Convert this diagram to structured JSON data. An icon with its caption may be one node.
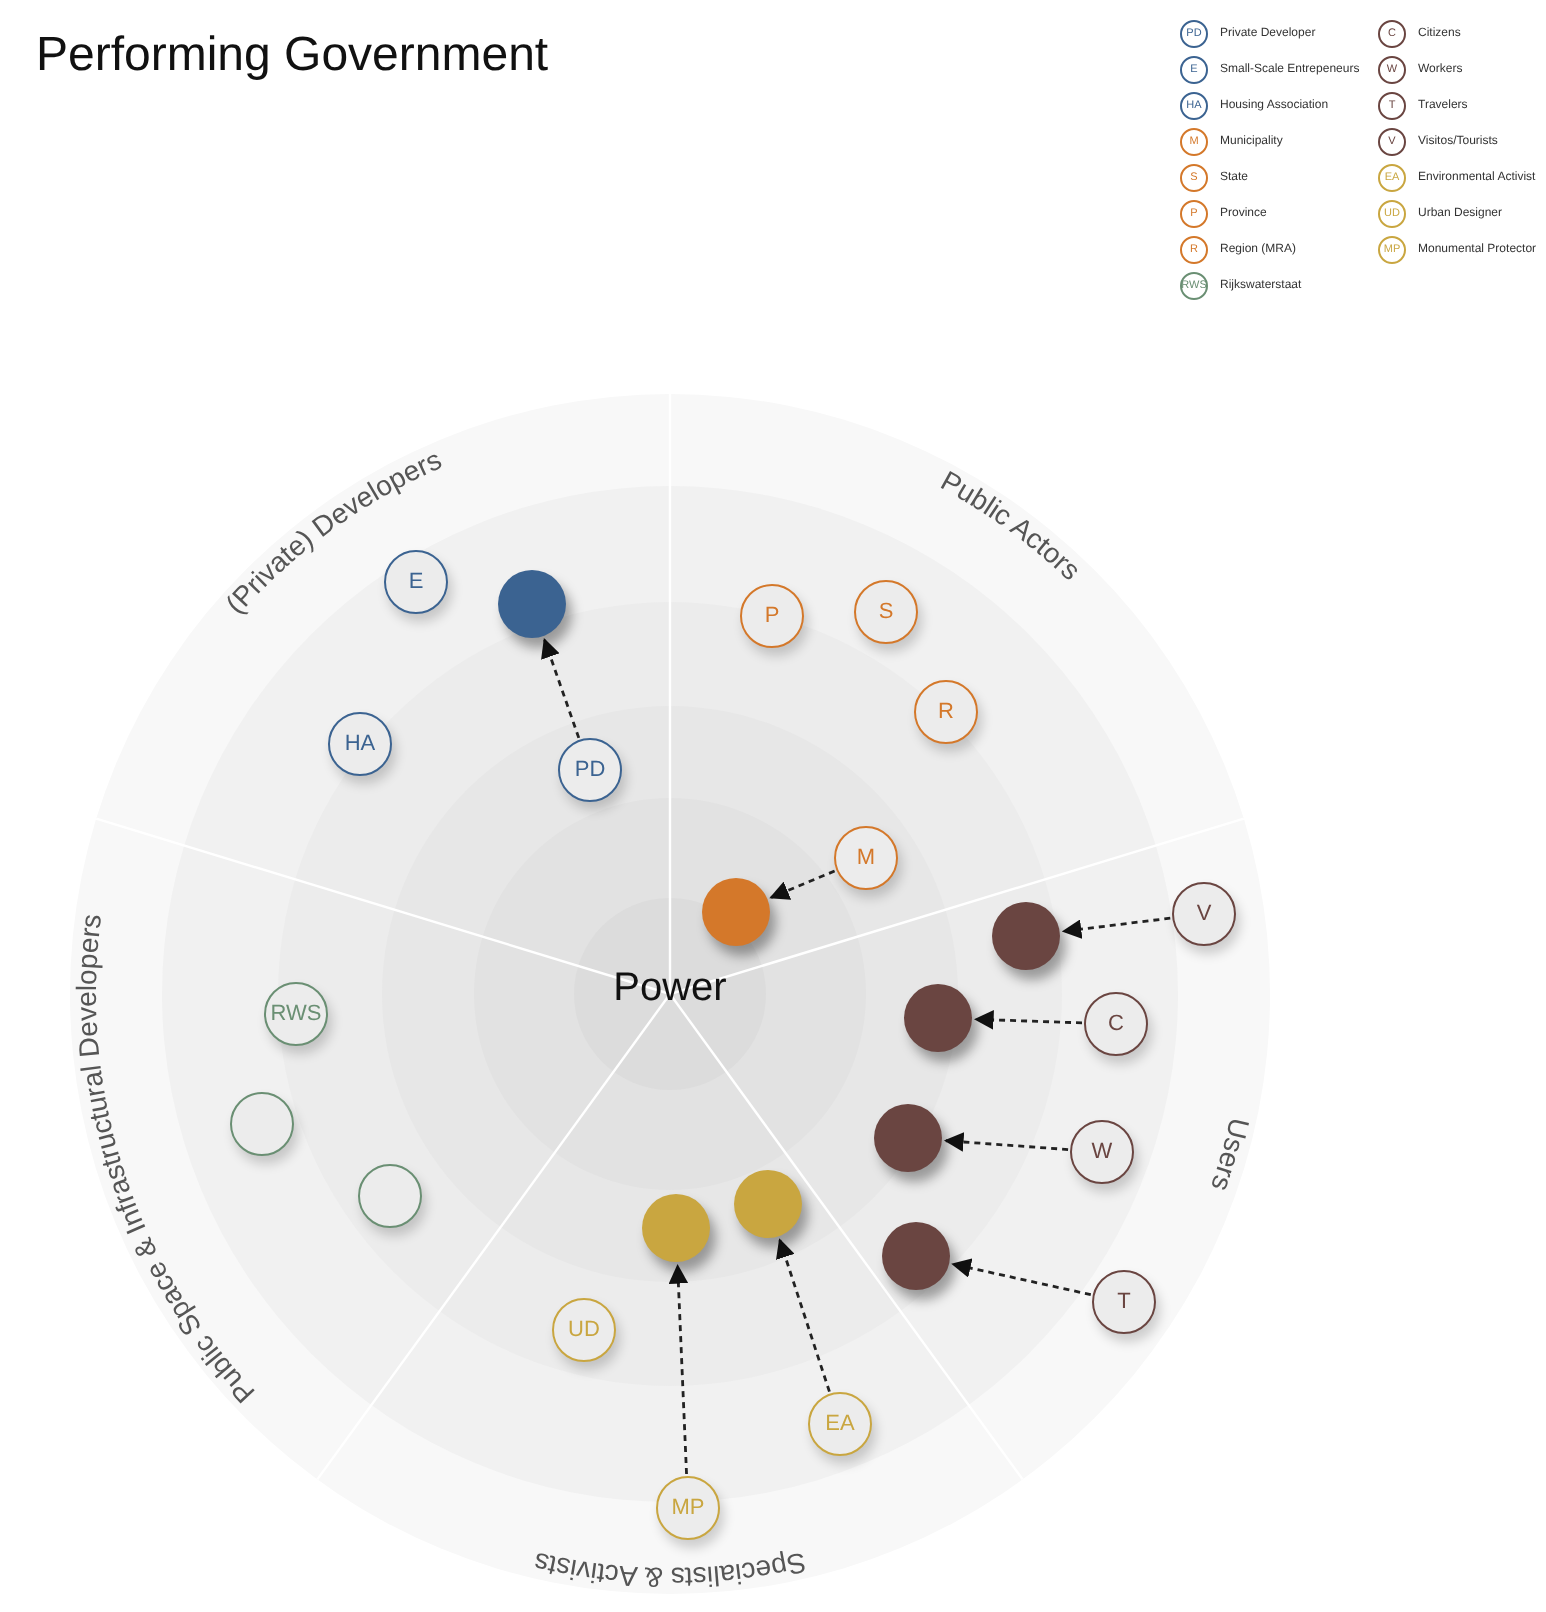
{
  "diagram": {
    "title": "Performing Government",
    "nodes": [
      {
        "text": [
          "E"
        ]
      },
      {
        "text": [],
        "shape": "circle"
      },
      {
        "text": [
          "HA"
        ]
      },
      {
        "text": [
          "PD"
        ]
      },
      {
        "text": [
          "P"
        ]
      },
      {
        "text": [
          "S"
        ]
      },
      {
        "text": [
          "R"
        ]
      },
      {
        "text": [
          "M"
        ]
      },
      {
        "text": [],
        "shape": "circle"
      },
      {
        "text": [
          "V"
        ]
      },
      {
        "text": [],
        "shape": "circle"
      },
      {
        "text": [
          "C"
        ]
      },
      {
        "text": [],
        "shape": "circle"
      },
      {
        "text": [
          "W"
        ]
      },
      {
        "text": [],
        "shape": "circle"
      },
      {
        "text": [
          "T"
        ]
      },
      {
        "text": [],
        "shape": "circle"
      },
      {
        "text": [
          "RWS"
        ]
      },
      {
        "text": [],
        "shape": "circle"
      },
      {
        "text": [],
        "shape": "circle"
      },
      {
        "text": [],
        "shape": "circle"
      },
      {
        "text": [],
        "shape": "circle"
      },
      {
        "text": [
          "UD"
        ]
      },
      {
        "text": [
          "EA"
        ]
      },
      {
        "text": [
          "MP"
        ]
      }
    ],
    "edges": [
      {
        "from": 3,
        "to": 1,
        "arrow": "to",
        "style": "dashed"
      },
      {
        "from": 7,
        "to": 8,
        "arrow": "to",
        "style": "dashed"
      },
      {
        "from": 9,
        "to": 10,
        "arrow": "to",
        "style": "dashed"
      },
      {
        "from": 11,
        "to": 12,
        "arrow": "to",
        "style": "dashed"
      },
      {
        "from": 13,
        "to": 14,
        "arrow": "to",
        "style": "dashed"
      },
      {
        "from": 15,
        "to": 16,
        "arrow": "to",
        "style": "dashed"
      },
      {
        "from": 24,
        "to": 20,
        "arrow": "to",
        "style": "dashed"
      },
      {
        "from": 23,
        "to": 21,
        "arrow": "to",
        "style": "dashed"
      }
    ],
    "labels": [
      "PD",
      "E",
      "HA",
      "M",
      "S",
      "P",
      "R",
      "RWS",
      "C",
      "W",
      "T",
      "V",
      "EA",
      "UD",
      "MP",
      "(Private) Developers",
      "Public Actors",
      "Users",
      "Specialists & Activists",
      "Public Space & Infrastructural Developers",
      "Power"
    ],
    "legend": [
      {
        "text": "Private Developer",
        "color": "#3b6391"
      },
      {
        "text": "Small-Scale Entrepeneurs",
        "color": "#3b6391"
      },
      {
        "text": "Housing Association",
        "color": "#3b6391"
      },
      {
        "text": "Municipality",
        "color": "#d4782a"
      },
      {
        "text": "State",
        "color": "#d4782a"
      },
      {
        "text": "Province",
        "color": "#d4782a"
      },
      {
        "text": "Region (MRA)",
        "color": "#d4782a"
      },
      {
        "text": "Rijkswaterstaat",
        "color": "#6a8f73"
      },
      {
        "text": "Citizens",
        "color": "#6a4541"
      },
      {
        "text": "Workers",
        "color": "#6a4541"
      },
      {
        "text": "Travelers",
        "color": "#6a4541"
      },
      {
        "text": "Visitos/Tourists",
        "color": "#6a4541"
      },
      {
        "text": "Environmental Activist",
        "color": "#c9a640"
      },
      {
        "text": "Urban Designer",
        "color": "#c9a640"
      },
      {
        "text": "Monumental Protector",
        "color": "#c9a640"
      }
    ]
  }
}
